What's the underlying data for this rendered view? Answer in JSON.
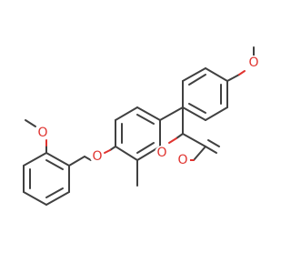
{
  "structure": {
    "atoms": {
      "ring_o": "O",
      "carbonyl_o": "O",
      "ether_o_core": "O",
      "methoxy_o_right": "O",
      "methoxy_o_benzyl": "O"
    },
    "colors": {
      "bond": "#404040",
      "heteroatom": "#e0332f",
      "background": "#ffffff"
    }
  }
}
